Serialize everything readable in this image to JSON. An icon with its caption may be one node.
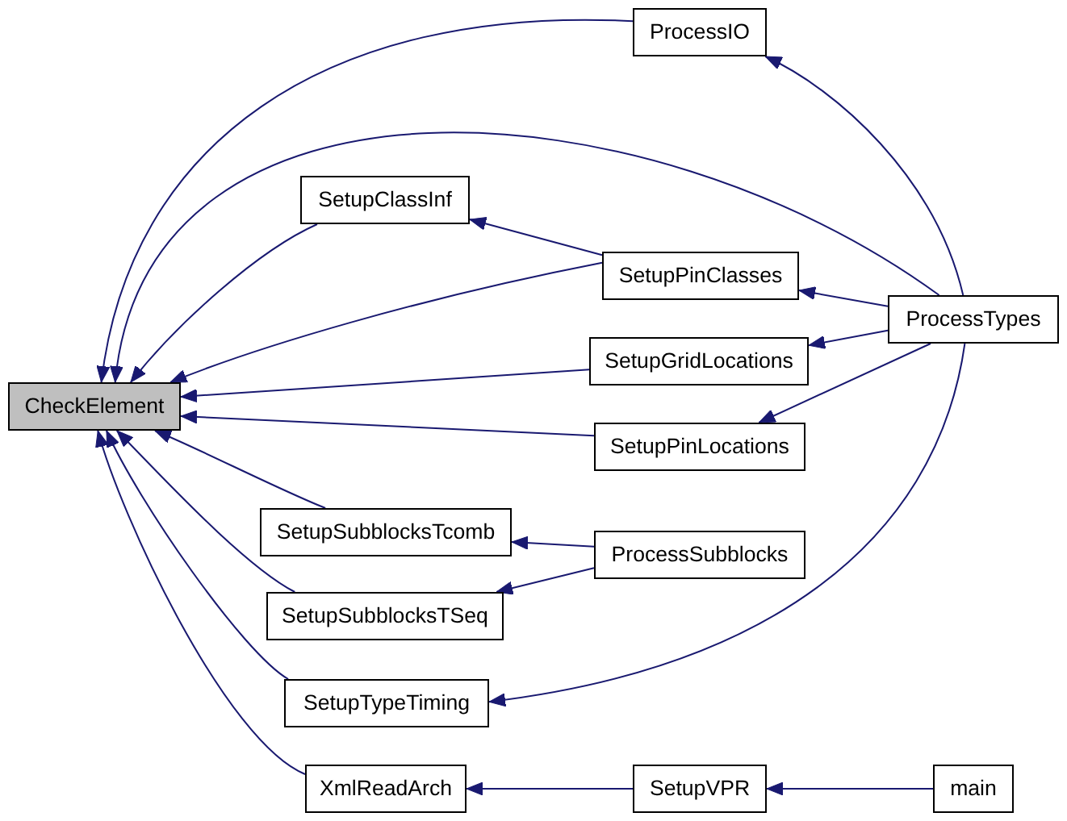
{
  "diagram": {
    "nodes": [
      {
        "text": [
          "CheckElement"
        ]
      },
      {
        "text": [
          "ProcessIO"
        ]
      },
      {
        "text": [
          "SetupClassInf"
        ]
      },
      {
        "text": [
          "SetupPinClasses"
        ]
      },
      {
        "text": [
          "ProcessTypes"
        ]
      },
      {
        "text": [
          "SetupGridLocations"
        ]
      },
      {
        "text": [
          "SetupPinLocations"
        ]
      },
      {
        "text": [
          "SetupSubblocksTcomb"
        ]
      },
      {
        "text": [
          "ProcessSubblocks"
        ]
      },
      {
        "text": [
          "SetupSubblocksTSeq"
        ]
      },
      {
        "text": [
          "SetupTypeTiming"
        ]
      },
      {
        "text": [
          "XmlReadArch"
        ]
      },
      {
        "text": [
          "SetupVPR"
        ]
      },
      {
        "text": [
          "main"
        ]
      }
    ],
    "edges": [
      {
        "from": 1,
        "to": 0,
        "arrow": "to"
      },
      {
        "from": 4,
        "to": 0,
        "arrow": "to"
      },
      {
        "from": 2,
        "to": 0,
        "arrow": "to"
      },
      {
        "from": 3,
        "to": 0,
        "arrow": "to"
      },
      {
        "from": 5,
        "to": 0,
        "arrow": "to"
      },
      {
        "from": 6,
        "to": 0,
        "arrow": "to"
      },
      {
        "from": 7,
        "to": 0,
        "arrow": "to"
      },
      {
        "from": 9,
        "to": 0,
        "arrow": "to"
      },
      {
        "from": 10,
        "to": 0,
        "arrow": "to"
      },
      {
        "from": 11,
        "to": 0,
        "arrow": "to"
      },
      {
        "from": 4,
        "to": 1,
        "arrow": "to"
      },
      {
        "from": 3,
        "to": 2,
        "arrow": "to"
      },
      {
        "from": 4,
        "to": 3,
        "arrow": "to"
      },
      {
        "from": 4,
        "to": 5,
        "arrow": "to"
      },
      {
        "from": 4,
        "to": 6,
        "arrow": "to"
      },
      {
        "from": 8,
        "to": 7,
        "arrow": "to"
      },
      {
        "from": 8,
        "to": 9,
        "arrow": "to"
      },
      {
        "from": 4,
        "to": 10,
        "arrow": "to"
      },
      {
        "from": 12,
        "to": 11,
        "arrow": "to"
      },
      {
        "from": 13,
        "to": 12,
        "arrow": "to"
      }
    ]
  }
}
